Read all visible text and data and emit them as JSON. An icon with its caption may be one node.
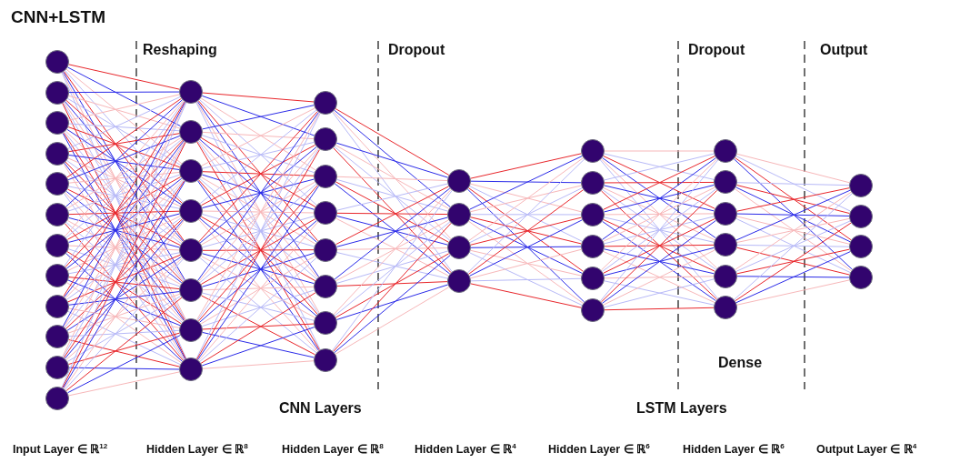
{
  "diagram": {
    "title": "CNN+LSTM",
    "nodes": [
      {
        "text": [],
        "shape": "circle"
      },
      {
        "text": [],
        "shape": "circle"
      },
      {
        "text": [],
        "shape": "circle"
      },
      {
        "text": [],
        "shape": "circle"
      },
      {
        "text": [],
        "shape": "circle"
      },
      {
        "text": [],
        "shape": "circle"
      },
      {
        "text": [],
        "shape": "circle"
      },
      {
        "text": [],
        "shape": "circle"
      },
      {
        "text": [],
        "shape": "circle"
      },
      {
        "text": [],
        "shape": "circle"
      },
      {
        "text": [],
        "shape": "circle"
      },
      {
        "text": [],
        "shape": "circle"
      },
      {
        "text": [],
        "shape": "circle"
      },
      {
        "text": [],
        "shape": "circle"
      },
      {
        "text": [],
        "shape": "circle"
      },
      {
        "text": [],
        "shape": "circle"
      },
      {
        "text": [],
        "shape": "circle"
      },
      {
        "text": [],
        "shape": "circle"
      },
      {
        "text": [],
        "shape": "circle"
      },
      {
        "text": [],
        "shape": "circle"
      },
      {
        "text": [],
        "shape": "circle"
      },
      {
        "text": [],
        "shape": "circle"
      },
      {
        "text": [],
        "shape": "circle"
      },
      {
        "text": [],
        "shape": "circle"
      },
      {
        "text": [],
        "shape": "circle"
      },
      {
        "text": [],
        "shape": "circle"
      },
      {
        "text": [],
        "shape": "circle"
      },
      {
        "text": [],
        "shape": "circle"
      },
      {
        "text": [],
        "shape": "circle"
      },
      {
        "text": [],
        "shape": "circle"
      },
      {
        "text": [],
        "shape": "circle"
      },
      {
        "text": [],
        "shape": "circle"
      },
      {
        "text": [],
        "shape": "circle"
      },
      {
        "text": [],
        "shape": "circle"
      },
      {
        "text": [],
        "shape": "circle"
      },
      {
        "text": [],
        "shape": "circle"
      },
      {
        "text": [],
        "shape": "circle"
      },
      {
        "text": [],
        "shape": "circle"
      },
      {
        "text": [],
        "shape": "circle"
      },
      {
        "text": [],
        "shape": "circle"
      },
      {
        "text": [],
        "shape": "circle"
      },
      {
        "text": [],
        "shape": "circle"
      },
      {
        "text": [],
        "shape": "circle"
      },
      {
        "text": [],
        "shape": "circle"
      },
      {
        "text": [],
        "shape": "circle"
      },
      {
        "text": [],
        "shape": "circle"
      },
      {
        "text": [],
        "shape": "circle"
      },
      {
        "text": [],
        "shape": "circle"
      }
    ],
    "edges": [
      {
        "from": 0,
        "to": 12,
        "arrow": "none",
        "color": "#e8262b"
      },
      {
        "from": 0,
        "to": 13,
        "arrow": "none",
        "color": "#2b2be8"
      },
      {
        "from": 0,
        "to": 14,
        "arrow": "none",
        "color": "#f7b7b9"
      },
      {
        "from": 0,
        "to": 15,
        "arrow": "none",
        "color": "#b7b9f7"
      },
      {
        "from": 0,
        "to": 16,
        "arrow": "none",
        "color": "#e8262b"
      },
      {
        "from": 0,
        "to": 17,
        "arrow": "none",
        "color": "#2b2be8"
      },
      {
        "from": 0,
        "to": 18,
        "arrow": "none",
        "color": "#f7b7b9"
      },
      {
        "from": 0,
        "to": 19,
        "arrow": "none",
        "color": "#b7b9f7"
      },
      {
        "from": 1,
        "to": 12,
        "arrow": "none",
        "color": "#2b2be8"
      },
      {
        "from": 1,
        "to": 13,
        "arrow": "none",
        "color": "#f7b7b9"
      },
      {
        "from": 1,
        "to": 14,
        "arrow": "none",
        "color": "#b7b9f7"
      },
      {
        "from": 1,
        "to": 15,
        "arrow": "none",
        "color": "#e8262b"
      },
      {
        "from": 1,
        "to": 16,
        "arrow": "none",
        "color": "#2b2be8"
      },
      {
        "from": 1,
        "to": 17,
        "arrow": "none",
        "color": "#f7b7b9"
      },
      {
        "from": 1,
        "to": 18,
        "arrow": "none",
        "color": "#b7b9f7"
      },
      {
        "from": 1,
        "to": 19,
        "arrow": "none",
        "color": "#e8262b"
      },
      {
        "from": 2,
        "to": 12,
        "arrow": "none",
        "color": "#f7b7b9"
      },
      {
        "from": 2,
        "to": 13,
        "arrow": "none",
        "color": "#b7b9f7"
      },
      {
        "from": 2,
        "to": 14,
        "arrow": "none",
        "color": "#e8262b"
      },
      {
        "from": 2,
        "to": 15,
        "arrow": "none",
        "color": "#2b2be8"
      },
      {
        "from": 2,
        "to": 16,
        "arrow": "none",
        "color": "#f7b7b9"
      },
      {
        "from": 2,
        "to": 17,
        "arrow": "none",
        "color": "#b7b9f7"
      },
      {
        "from": 2,
        "to": 18,
        "arrow": "none",
        "color": "#e8262b"
      },
      {
        "from": 2,
        "to": 19,
        "arrow": "none",
        "color": "#2b2be8"
      },
      {
        "from": 3,
        "to": 12,
        "arrow": "none",
        "color": "#b7b9f7"
      },
      {
        "from": 3,
        "to": 13,
        "arrow": "none",
        "color": "#e8262b"
      },
      {
        "from": 3,
        "to": 14,
        "arrow": "none",
        "color": "#2b2be8"
      },
      {
        "from": 3,
        "to": 15,
        "arrow": "none",
        "color": "#f7b7b9"
      },
      {
        "from": 3,
        "to": 16,
        "arrow": "none",
        "color": "#b7b9f7"
      },
      {
        "from": 3,
        "to": 17,
        "arrow": "none",
        "color": "#e8262b"
      },
      {
        "from": 3,
        "to": 18,
        "arrow": "none",
        "color": "#2b2be8"
      },
      {
        "from": 3,
        "to": 19,
        "arrow": "none",
        "color": "#f7b7b9"
      },
      {
        "from": 4,
        "to": 12,
        "arrow": "none",
        "color": "#e8262b"
      },
      {
        "from": 4,
        "to": 13,
        "arrow": "none",
        "color": "#2b2be8"
      },
      {
        "from": 4,
        "to": 14,
        "arrow": "none",
        "color": "#f7b7b9"
      },
      {
        "from": 4,
        "to": 15,
        "arrow": "none",
        "color": "#b7b9f7"
      },
      {
        "from": 4,
        "to": 16,
        "arrow": "none",
        "color": "#e8262b"
      },
      {
        "from": 4,
        "to": 17,
        "arrow": "none",
        "color": "#2b2be8"
      },
      {
        "from": 4,
        "to": 18,
        "arrow": "none",
        "color": "#f7b7b9"
      },
      {
        "from": 4,
        "to": 19,
        "arrow": "none",
        "color": "#b7b9f7"
      },
      {
        "from": 5,
        "to": 12,
        "arrow": "none",
        "color": "#2b2be8"
      },
      {
        "from": 5,
        "to": 13,
        "arrow": "none",
        "color": "#f7b7b9"
      },
      {
        "from": 5,
        "to": 14,
        "arrow": "none",
        "color": "#b7b9f7"
      },
      {
        "from": 5,
        "to": 15,
        "arrow": "none",
        "color": "#e8262b"
      },
      {
        "from": 5,
        "to": 16,
        "arrow": "none",
        "color": "#2b2be8"
      },
      {
        "from": 5,
        "to": 17,
        "arrow": "none",
        "color": "#f7b7b9"
      },
      {
        "from": 5,
        "to": 18,
        "arrow": "none",
        "color": "#b7b9f7"
      },
      {
        "from": 5,
        "to": 19,
        "arrow": "none",
        "color": "#e8262b"
      },
      {
        "from": 6,
        "to": 12,
        "arrow": "none",
        "color": "#f7b7b9"
      },
      {
        "from": 6,
        "to": 13,
        "arrow": "none",
        "color": "#b7b9f7"
      },
      {
        "from": 6,
        "to": 14,
        "arrow": "none",
        "color": "#e8262b"
      },
      {
        "from": 6,
        "to": 15,
        "arrow": "none",
        "color": "#2b2be8"
      },
      {
        "from": 6,
        "to": 16,
        "arrow": "none",
        "color": "#f7b7b9"
      },
      {
        "from": 6,
        "to": 17,
        "arrow": "none",
        "color": "#b7b9f7"
      },
      {
        "from": 6,
        "to": 18,
        "arrow": "none",
        "color": "#e8262b"
      },
      {
        "from": 6,
        "to": 19,
        "arrow": "none",
        "color": "#2b2be8"
      },
      {
        "from": 7,
        "to": 12,
        "arrow": "none",
        "color": "#b7b9f7"
      },
      {
        "from": 7,
        "to": 13,
        "arrow": "none",
        "color": "#e8262b"
      },
      {
        "from": 7,
        "to": 14,
        "arrow": "none",
        "color": "#2b2be8"
      },
      {
        "from": 7,
        "to": 15,
        "arrow": "none",
        "color": "#f7b7b9"
      },
      {
        "from": 7,
        "to": 16,
        "arrow": "none",
        "color": "#b7b9f7"
      },
      {
        "from": 7,
        "to": 17,
        "arrow": "none",
        "color": "#e8262b"
      },
      {
        "from": 7,
        "to": 18,
        "arrow": "none",
        "color": "#2b2be8"
      },
      {
        "from": 7,
        "to": 19,
        "arrow": "none",
        "color": "#f7b7b9"
      },
      {
        "from": 8,
        "to": 12,
        "arrow": "none",
        "color": "#e8262b"
      },
      {
        "from": 8,
        "to": 13,
        "arrow": "none",
        "color": "#2b2be8"
      },
      {
        "from": 8,
        "to": 14,
        "arrow": "none",
        "color": "#f7b7b9"
      },
      {
        "from": 8,
        "to": 15,
        "arrow": "none",
        "color": "#b7b9f7"
      },
      {
        "from": 8,
        "to": 16,
        "arrow": "none",
        "color": "#e8262b"
      },
      {
        "from": 8,
        "to": 17,
        "arrow": "none",
        "color": "#2b2be8"
      },
      {
        "from": 8,
        "to": 18,
        "arrow": "none",
        "color": "#f7b7b9"
      },
      {
        "from": 8,
        "to": 19,
        "arrow": "none",
        "color": "#b7b9f7"
      },
      {
        "from": 9,
        "to": 12,
        "arrow": "none",
        "color": "#2b2be8"
      },
      {
        "from": 9,
        "to": 13,
        "arrow": "none",
        "color": "#f7b7b9"
      },
      {
        "from": 9,
        "to": 14,
        "arrow": "none",
        "color": "#b7b9f7"
      },
      {
        "from": 9,
        "to": 15,
        "arrow": "none",
        "color": "#e8262b"
      },
      {
        "from": 9,
        "to": 16,
        "arrow": "none",
        "color": "#2b2be8"
      },
      {
        "from": 9,
        "to": 17,
        "arrow": "none",
        "color": "#f7b7b9"
      },
      {
        "from": 9,
        "to": 18,
        "arrow": "none",
        "color": "#b7b9f7"
      },
      {
        "from": 9,
        "to": 19,
        "arrow": "none",
        "color": "#e8262b"
      },
      {
        "from": 10,
        "to": 12,
        "arrow": "none",
        "color": "#f7b7b9"
      },
      {
        "from": 10,
        "to": 13,
        "arrow": "none",
        "color": "#b7b9f7"
      },
      {
        "from": 10,
        "to": 14,
        "arrow": "none",
        "color": "#e8262b"
      },
      {
        "from": 10,
        "to": 15,
        "arrow": "none",
        "color": "#2b2be8"
      },
      {
        "from": 10,
        "to": 16,
        "arrow": "none",
        "color": "#f7b7b9"
      },
      {
        "from": 10,
        "to": 17,
        "arrow": "none",
        "color": "#b7b9f7"
      },
      {
        "from": 10,
        "to": 18,
        "arrow": "none",
        "color": "#e8262b"
      },
      {
        "from": 10,
        "to": 19,
        "arrow": "none",
        "color": "#2b2be8"
      },
      {
        "from": 11,
        "to": 12,
        "arrow": "none",
        "color": "#b7b9f7"
      },
      {
        "from": 11,
        "to": 13,
        "arrow": "none",
        "color": "#e8262b"
      },
      {
        "from": 11,
        "to": 14,
        "arrow": "none",
        "color": "#2b2be8"
      },
      {
        "from": 11,
        "to": 15,
        "arrow": "none",
        "color": "#f7b7b9"
      },
      {
        "from": 11,
        "to": 16,
        "arrow": "none",
        "color": "#b7b9f7"
      },
      {
        "from": 11,
        "to": 17,
        "arrow": "none",
        "color": "#e8262b"
      },
      {
        "from": 11,
        "to": 18,
        "arrow": "none",
        "color": "#2b2be8"
      },
      {
        "from": 11,
        "to": 19,
        "arrow": "none",
        "color": "#f7b7b9"
      },
      {
        "from": 12,
        "to": 20,
        "arrow": "none",
        "color": "#e8262b"
      },
      {
        "from": 12,
        "to": 21,
        "arrow": "none",
        "color": "#2b2be8"
      },
      {
        "from": 12,
        "to": 22,
        "arrow": "none",
        "color": "#f7b7b9"
      },
      {
        "from": 12,
        "to": 23,
        "arrow": "none",
        "color": "#b7b9f7"
      },
      {
        "from": 12,
        "to": 24,
        "arrow": "none",
        "color": "#e8262b"
      },
      {
        "from": 12,
        "to": 25,
        "arrow": "none",
        "color": "#2b2be8"
      },
      {
        "from": 12,
        "to": 26,
        "arrow": "none",
        "color": "#f7b7b9"
      },
      {
        "from": 12,
        "to": 27,
        "arrow": "none",
        "color": "#b7b9f7"
      },
      {
        "from": 13,
        "to": 20,
        "arrow": "none",
        "color": "#2b2be8"
      },
      {
        "from": 13,
        "to": 21,
        "arrow": "none",
        "color": "#f7b7b9"
      },
      {
        "from": 13,
        "to": 22,
        "arrow": "none",
        "color": "#b7b9f7"
      },
      {
        "from": 13,
        "to": 23,
        "arrow": "none",
        "color": "#e8262b"
      },
      {
        "from": 13,
        "to": 24,
        "arrow": "none",
        "color": "#2b2be8"
      },
      {
        "from": 13,
        "to": 25,
        "arrow": "none",
        "color": "#f7b7b9"
      },
      {
        "from": 13,
        "to": 26,
        "arrow": "none",
        "color": "#b7b9f7"
      },
      {
        "from": 13,
        "to": 27,
        "arrow": "none",
        "color": "#e8262b"
      },
      {
        "from": 14,
        "to": 20,
        "arrow": "none",
        "color": "#f7b7b9"
      },
      {
        "from": 14,
        "to": 21,
        "arrow": "none",
        "color": "#b7b9f7"
      },
      {
        "from": 14,
        "to": 22,
        "arrow": "none",
        "color": "#e8262b"
      },
      {
        "from": 14,
        "to": 23,
        "arrow": "none",
        "color": "#2b2be8"
      },
      {
        "from": 14,
        "to": 24,
        "arrow": "none",
        "color": "#f7b7b9"
      },
      {
        "from": 14,
        "to": 25,
        "arrow": "none",
        "color": "#b7b9f7"
      },
      {
        "from": 14,
        "to": 26,
        "arrow": "none",
        "color": "#e8262b"
      },
      {
        "from": 14,
        "to": 27,
        "arrow": "none",
        "color": "#2b2be8"
      },
      {
        "from": 15,
        "to": 20,
        "arrow": "none",
        "color": "#b7b9f7"
      },
      {
        "from": 15,
        "to": 21,
        "arrow": "none",
        "color": "#e8262b"
      },
      {
        "from": 15,
        "to": 22,
        "arrow": "none",
        "color": "#2b2be8"
      },
      {
        "from": 15,
        "to": 23,
        "arrow": "none",
        "color": "#f7b7b9"
      },
      {
        "from": 15,
        "to": 24,
        "arrow": "none",
        "color": "#b7b9f7"
      },
      {
        "from": 15,
        "to": 25,
        "arrow": "none",
        "color": "#e8262b"
      },
      {
        "from": 15,
        "to": 26,
        "arrow": "none",
        "color": "#2b2be8"
      },
      {
        "from": 15,
        "to": 27,
        "arrow": "none",
        "color": "#f7b7b9"
      },
      {
        "from": 16,
        "to": 20,
        "arrow": "none",
        "color": "#e8262b"
      },
      {
        "from": 16,
        "to": 21,
        "arrow": "none",
        "color": "#2b2be8"
      },
      {
        "from": 16,
        "to": 22,
        "arrow": "none",
        "color": "#f7b7b9"
      },
      {
        "from": 16,
        "to": 23,
        "arrow": "none",
        "color": "#b7b9f7"
      },
      {
        "from": 16,
        "to": 24,
        "arrow": "none",
        "color": "#e8262b"
      },
      {
        "from": 16,
        "to": 25,
        "arrow": "none",
        "color": "#2b2be8"
      },
      {
        "from": 16,
        "to": 26,
        "arrow": "none",
        "color": "#f7b7b9"
      },
      {
        "from": 16,
        "to": 27,
        "arrow": "none",
        "color": "#b7b9f7"
      },
      {
        "from": 17,
        "to": 20,
        "arrow": "none",
        "color": "#2b2be8"
      },
      {
        "from": 17,
        "to": 21,
        "arrow": "none",
        "color": "#f7b7b9"
      },
      {
        "from": 17,
        "to": 22,
        "arrow": "none",
        "color": "#b7b9f7"
      },
      {
        "from": 17,
        "to": 23,
        "arrow": "none",
        "color": "#e8262b"
      },
      {
        "from": 17,
        "to": 24,
        "arrow": "none",
        "color": "#2b2be8"
      },
      {
        "from": 17,
        "to": 25,
        "arrow": "none",
        "color": "#f7b7b9"
      },
      {
        "from": 17,
        "to": 26,
        "arrow": "none",
        "color": "#b7b9f7"
      },
      {
        "from": 17,
        "to": 27,
        "arrow": "none",
        "color": "#e8262b"
      },
      {
        "from": 18,
        "to": 20,
        "arrow": "none",
        "color": "#f7b7b9"
      },
      {
        "from": 18,
        "to": 21,
        "arrow": "none",
        "color": "#b7b9f7"
      },
      {
        "from": 18,
        "to": 22,
        "arrow": "none",
        "color": "#e8262b"
      },
      {
        "from": 18,
        "to": 23,
        "arrow": "none",
        "color": "#2b2be8"
      },
      {
        "from": 18,
        "to": 24,
        "arrow": "none",
        "color": "#f7b7b9"
      },
      {
        "from": 18,
        "to": 25,
        "arrow": "none",
        "color": "#b7b9f7"
      },
      {
        "from": 18,
        "to": 26,
        "arrow": "none",
        "color": "#e8262b"
      },
      {
        "from": 18,
        "to": 27,
        "arrow": "none",
        "color": "#2b2be8"
      },
      {
        "from": 19,
        "to": 20,
        "arrow": "none",
        "color": "#b7b9f7"
      },
      {
        "from": 19,
        "to": 21,
        "arrow": "none",
        "color": "#e8262b"
      },
      {
        "from": 19,
        "to": 22,
        "arrow": "none",
        "color": "#2b2be8"
      },
      {
        "from": 19,
        "to": 23,
        "arrow": "none",
        "color": "#f7b7b9"
      },
      {
        "from": 19,
        "to": 24,
        "arrow": "none",
        "color": "#b7b9f7"
      },
      {
        "from": 19,
        "to": 25,
        "arrow": "none",
        "color": "#e8262b"
      },
      {
        "from": 19,
        "to": 26,
        "arrow": "none",
        "color": "#2b2be8"
      },
      {
        "from": 19,
        "to": 27,
        "arrow": "none",
        "color": "#f7b7b9"
      },
      {
        "from": 20,
        "to": 28,
        "arrow": "none",
        "color": "#e8262b"
      },
      {
        "from": 20,
        "to": 29,
        "arrow": "none",
        "color": "#2b2be8"
      },
      {
        "from": 20,
        "to": 30,
        "arrow": "none",
        "color": "#f7b7b9"
      },
      {
        "from": 20,
        "to": 31,
        "arrow": "none",
        "color": "#b7b9f7"
      },
      {
        "from": 21,
        "to": 28,
        "arrow": "none",
        "color": "#2b2be8"
      },
      {
        "from": 21,
        "to": 29,
        "arrow": "none",
        "color": "#f7b7b9"
      },
      {
        "from": 21,
        "to": 30,
        "arrow": "none",
        "color": "#b7b9f7"
      },
      {
        "from": 21,
        "to": 31,
        "arrow": "none",
        "color": "#e8262b"
      },
      {
        "from": 22,
        "to": 28,
        "arrow": "none",
        "color": "#f7b7b9"
      },
      {
        "from": 22,
        "to": 29,
        "arrow": "none",
        "color": "#b7b9f7"
      },
      {
        "from": 22,
        "to": 30,
        "arrow": "none",
        "color": "#e8262b"
      },
      {
        "from": 22,
        "to": 31,
        "arrow": "none",
        "color": "#2b2be8"
      },
      {
        "from": 23,
        "to": 28,
        "arrow": "none",
        "color": "#b7b9f7"
      },
      {
        "from": 23,
        "to": 29,
        "arrow": "none",
        "color": "#e8262b"
      },
      {
        "from": 23,
        "to": 30,
        "arrow": "none",
        "color": "#2b2be8"
      },
      {
        "from": 23,
        "to": 31,
        "arrow": "none",
        "color": "#f7b7b9"
      },
      {
        "from": 24,
        "to": 28,
        "arrow": "none",
        "color": "#e8262b"
      },
      {
        "from": 24,
        "to": 29,
        "arrow": "none",
        "color": "#2b2be8"
      },
      {
        "from": 24,
        "to": 30,
        "arrow": "none",
        "color": "#f7b7b9"
      },
      {
        "from": 24,
        "to": 31,
        "arrow": "none",
        "color": "#b7b9f7"
      },
      {
        "from": 25,
        "to": 28,
        "arrow": "none",
        "color": "#2b2be8"
      },
      {
        "from": 25,
        "to": 29,
        "arrow": "none",
        "color": "#f7b7b9"
      },
      {
        "from": 25,
        "to": 30,
        "arrow": "none",
        "color": "#b7b9f7"
      },
      {
        "from": 25,
        "to": 31,
        "arrow": "none",
        "color": "#e8262b"
      },
      {
        "from": 26,
        "to": 28,
        "arrow": "none",
        "color": "#f7b7b9"
      },
      {
        "from": 26,
        "to": 29,
        "arrow": "none",
        "color": "#b7b9f7"
      },
      {
        "from": 26,
        "to": 30,
        "arrow": "none",
        "color": "#e8262b"
      },
      {
        "from": 26,
        "to": 31,
        "arrow": "none",
        "color": "#2b2be8"
      },
      {
        "from": 27,
        "to": 28,
        "arrow": "none",
        "color": "#b7b9f7"
      },
      {
        "from": 27,
        "to": 29,
        "arrow": "none",
        "color": "#e8262b"
      },
      {
        "from": 27,
        "to": 30,
        "arrow": "none",
        "color": "#2b2be8"
      },
      {
        "from": 27,
        "to": 31,
        "arrow": "none",
        "color": "#f7b7b9"
      },
      {
        "from": 28,
        "to": 32,
        "arrow": "none",
        "color": "#e8262b"
      },
      {
        "from": 28,
        "to": 33,
        "arrow": "none",
        "color": "#2b2be8"
      },
      {
        "from": 28,
        "to": 34,
        "arrow": "none",
        "color": "#f7b7b9"
      },
      {
        "from": 28,
        "to": 35,
        "arrow": "none",
        "color": "#b7b9f7"
      },
      {
        "from": 28,
        "to": 36,
        "arrow": "none",
        "color": "#e8262b"
      },
      {
        "from": 28,
        "to": 37,
        "arrow": "none",
        "color": "#2b2be8"
      },
      {
        "from": 29,
        "to": 32,
        "arrow": "none",
        "color": "#2b2be8"
      },
      {
        "from": 29,
        "to": 33,
        "arrow": "none",
        "color": "#f7b7b9"
      },
      {
        "from": 29,
        "to": 34,
        "arrow": "none",
        "color": "#b7b9f7"
      },
      {
        "from": 29,
        "to": 35,
        "arrow": "none",
        "color": "#e8262b"
      },
      {
        "from": 29,
        "to": 36,
        "arrow": "none",
        "color": "#2b2be8"
      },
      {
        "from": 29,
        "to": 37,
        "arrow": "none",
        "color": "#f7b7b9"
      },
      {
        "from": 30,
        "to": 32,
        "arrow": "none",
        "color": "#f7b7b9"
      },
      {
        "from": 30,
        "to": 33,
        "arrow": "none",
        "color": "#b7b9f7"
      },
      {
        "from": 30,
        "to": 34,
        "arrow": "none",
        "color": "#e8262b"
      },
      {
        "from": 30,
        "to": 35,
        "arrow": "none",
        "color": "#2b2be8"
      },
      {
        "from": 30,
        "to": 36,
        "arrow": "none",
        "color": "#f7b7b9"
      },
      {
        "from": 30,
        "to": 37,
        "arrow": "none",
        "color": "#b7b9f7"
      },
      {
        "from": 31,
        "to": 32,
        "arrow": "none",
        "color": "#b7b9f7"
      },
      {
        "from": 31,
        "to": 33,
        "arrow": "none",
        "color": "#e8262b"
      },
      {
        "from": 31,
        "to": 34,
        "arrow": "none",
        "color": "#2b2be8"
      },
      {
        "from": 31,
        "to": 35,
        "arrow": "none",
        "color": "#f7b7b9"
      },
      {
        "from": 31,
        "to": 36,
        "arrow": "none",
        "color": "#b7b9f7"
      },
      {
        "from": 31,
        "to": 37,
        "arrow": "none",
        "color": "#e8262b"
      },
      {
        "from": 32,
        "to": 38,
        "arrow": "none",
        "color": "#f7b7b9"
      },
      {
        "from": 32,
        "to": 39,
        "arrow": "none",
        "color": "#b7b9f7"
      },
      {
        "from": 32,
        "to": 40,
        "arrow": "none",
        "color": "#e8262b"
      },
      {
        "from": 32,
        "to": 41,
        "arrow": "none",
        "color": "#2b2be8"
      },
      {
        "from": 32,
        "to": 42,
        "arrow": "none",
        "color": "#f7b7b9"
      },
      {
        "from": 32,
        "to": 43,
        "arrow": "none",
        "color": "#b7b9f7"
      },
      {
        "from": 33,
        "to": 38,
        "arrow": "none",
        "color": "#b7b9f7"
      },
      {
        "from": 33,
        "to": 39,
        "arrow": "none",
        "color": "#e8262b"
      },
      {
        "from": 33,
        "to": 40,
        "arrow": "none",
        "color": "#2b2be8"
      },
      {
        "from": 33,
        "to": 41,
        "arrow": "none",
        "color": "#f7b7b9"
      },
      {
        "from": 33,
        "to": 42,
        "arrow": "none",
        "color": "#b7b9f7"
      },
      {
        "from": 33,
        "to": 43,
        "arrow": "none",
        "color": "#e8262b"
      },
      {
        "from": 34,
        "to": 38,
        "arrow": "none",
        "color": "#e8262b"
      },
      {
        "from": 34,
        "to": 39,
        "arrow": "none",
        "color": "#2b2be8"
      },
      {
        "from": 34,
        "to": 40,
        "arrow": "none",
        "color": "#f7b7b9"
      },
      {
        "from": 34,
        "to": 41,
        "arrow": "none",
        "color": "#b7b9f7"
      },
      {
        "from": 34,
        "to": 42,
        "arrow": "none",
        "color": "#e8262b"
      },
      {
        "from": 34,
        "to": 43,
        "arrow": "none",
        "color": "#2b2be8"
      },
      {
        "from": 35,
        "to": 38,
        "arrow": "none",
        "color": "#2b2be8"
      },
      {
        "from": 35,
        "to": 39,
        "arrow": "none",
        "color": "#f7b7b9"
      },
      {
        "from": 35,
        "to": 40,
        "arrow": "none",
        "color": "#b7b9f7"
      },
      {
        "from": 35,
        "to": 41,
        "arrow": "none",
        "color": "#e8262b"
      },
      {
        "from": 35,
        "to": 42,
        "arrow": "none",
        "color": "#2b2be8"
      },
      {
        "from": 35,
        "to": 43,
        "arrow": "none",
        "color": "#f7b7b9"
      },
      {
        "from": 36,
        "to": 38,
        "arrow": "none",
        "color": "#f7b7b9"
      },
      {
        "from": 36,
        "to": 39,
        "arrow": "none",
        "color": "#b7b9f7"
      },
      {
        "from": 36,
        "to": 40,
        "arrow": "none",
        "color": "#e8262b"
      },
      {
        "from": 36,
        "to": 41,
        "arrow": "none",
        "color": "#2b2be8"
      },
      {
        "from": 36,
        "to": 42,
        "arrow": "none",
        "color": "#f7b7b9"
      },
      {
        "from": 36,
        "to": 43,
        "arrow": "none",
        "color": "#b7b9f7"
      },
      {
        "from": 37,
        "to": 38,
        "arrow": "none",
        "color": "#b7b9f7"
      },
      {
        "from": 37,
        "to": 39,
        "arrow": "none",
        "color": "#e8262b"
      },
      {
        "from": 37,
        "to": 40,
        "arrow": "none",
        "color": "#2b2be8"
      },
      {
        "from": 37,
        "to": 41,
        "arrow": "none",
        "color": "#f7b7b9"
      },
      {
        "from": 37,
        "to": 42,
        "arrow": "none",
        "color": "#b7b9f7"
      },
      {
        "from": 37,
        "to": 43,
        "arrow": "none",
        "color": "#e8262b"
      },
      {
        "from": 38,
        "to": 44,
        "arrow": "none",
        "color": "#f7b7b9"
      },
      {
        "from": 38,
        "to": 45,
        "arrow": "none",
        "color": "#b7b9f7"
      },
      {
        "from": 38,
        "to": 46,
        "arrow": "none",
        "color": "#e8262b"
      },
      {
        "from": 38,
        "to": 47,
        "arrow": "none",
        "color": "#2b2be8"
      },
      {
        "from": 39,
        "to": 44,
        "arrow": "none",
        "color": "#b7b9f7"
      },
      {
        "from": 39,
        "to": 45,
        "arrow": "none",
        "color": "#e8262b"
      },
      {
        "from": 39,
        "to": 46,
        "arrow": "none",
        "color": "#2b2be8"
      },
      {
        "from": 39,
        "to": 47,
        "arrow": "none",
        "color": "#f7b7b9"
      },
      {
        "from": 40,
        "to": 44,
        "arrow": "none",
        "color": "#e8262b"
      },
      {
        "from": 40,
        "to": 45,
        "arrow": "none",
        "color": "#2b2be8"
      },
      {
        "from": 40,
        "to": 46,
        "arrow": "none",
        "color": "#f7b7b9"
      },
      {
        "from": 40,
        "to": 47,
        "arrow": "none",
        "color": "#b7b9f7"
      },
      {
        "from": 41,
        "to": 44,
        "arrow": "none",
        "color": "#2b2be8"
      },
      {
        "from": 41,
        "to": 45,
        "arrow": "none",
        "color": "#f7b7b9"
      },
      {
        "from": 41,
        "to": 46,
        "arrow": "none",
        "color": "#b7b9f7"
      },
      {
        "from": 41,
        "to": 47,
        "arrow": "none",
        "color": "#e8262b"
      },
      {
        "from": 42,
        "to": 44,
        "arrow": "none",
        "color": "#f7b7b9"
      },
      {
        "from": 42,
        "to": 45,
        "arrow": "none",
        "color": "#b7b9f7"
      },
      {
        "from": 42,
        "to": 46,
        "arrow": "none",
        "color": "#e8262b"
      },
      {
        "from": 42,
        "to": 47,
        "arrow": "none",
        "color": "#2b2be8"
      },
      {
        "from": 43,
        "to": 44,
        "arrow": "none",
        "color": "#b7b9f7"
      },
      {
        "from": 43,
        "to": 45,
        "arrow": "none",
        "color": "#e8262b"
      },
      {
        "from": 43,
        "to": 46,
        "arrow": "none",
        "color": "#2b2be8"
      },
      {
        "from": 43,
        "to": 47,
        "arrow": "none",
        "color": "#f7b7b9"
      }
    ],
    "labels": [
      "Reshaping",
      "Dropout",
      "Dropout",
      "Output",
      "Dense",
      "CNN Layers",
      "LSTM Layers",
      "Input Layer ∈ ℝ$^{12}$",
      "Hidden Layer ∈ ℝ$^{8}$",
      "Hidden Layer ∈ ℝ$^{8}$",
      "Hidden Layer ∈ ℝ$^{4}$",
      "Hidden Layer ∈ ℝ$^{6}$",
      "Hidden Layer ∈ ℝ$^{6}$",
      "Output Layer ∈ ℝ$^{4}$"
    ]
  }
}
